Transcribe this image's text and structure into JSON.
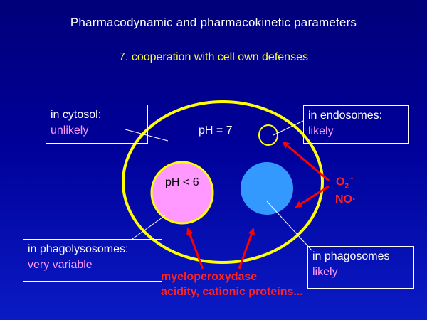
{
  "title": "Pharmacodynamic and pharmacokinetic parameters",
  "subtitle": "7. cooperation with cell own defenses",
  "boxes": {
    "cytosol": {
      "label": "in cytosol:",
      "value": "unlikely"
    },
    "endosomes": {
      "label": "in endosomes:",
      "value": "likely"
    },
    "phagolysosomes": {
      "label": "in phagolysosomes:",
      "value": "very variable"
    },
    "phagosomes": {
      "label": "in phagosomes",
      "value": "likely"
    }
  },
  "cell_ph": "pH = 7",
  "phagolysosome_ph": "pH < 6",
  "oxygen_radical": {
    "base": "O",
    "sub": "2",
    "sup": "·-"
  },
  "nitric_oxide": "NO·",
  "phagolysosome_defenses": [
    "myeloperoxydase",
    "acidity, cationic proteins..."
  ],
  "colors": {
    "background": "#000099",
    "cell_outline": "#ffff00",
    "phagolysosome_fill": "#ff99ff",
    "phagosome_fill": "#3399ff",
    "arrows": "#ff0000",
    "highlight_text": "#ff99ff"
  }
}
